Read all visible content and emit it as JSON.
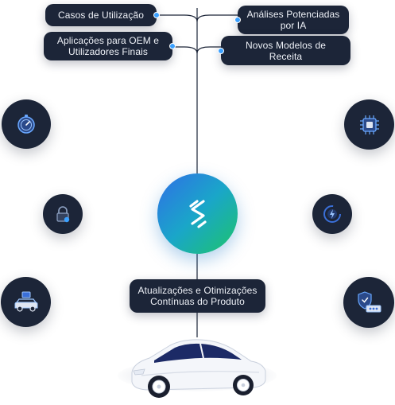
{
  "top_pills": {
    "use_cases": "Casos de Utilização",
    "ai_analytics_line1": "Análises Potenciadas",
    "ai_analytics_line2": "por IA",
    "oem_apps_line1": "Aplicações para OEM e",
    "oem_apps_line2": "Utilizadores Finais",
    "revenue_line1": "Novos Modelos de",
    "revenue_line2": "Receita"
  },
  "bottom_pill": {
    "line1": "Atualizações e Otimizações",
    "line2": "Contínuas do Produto"
  },
  "colors": {
    "pill_bg": "#1c2538",
    "accent_blue": "#3aa0ff",
    "hub_gradient_start": "#2f6fe6",
    "hub_gradient_end": "#1dc46a"
  },
  "icons": {
    "left": [
      "stopwatch-icon",
      "lock-icon",
      "car-network-icon"
    ],
    "right": [
      "chip-icon",
      "speed-gauge-icon",
      "security-shield-icon"
    ],
    "hub": "s-logo-icon"
  }
}
